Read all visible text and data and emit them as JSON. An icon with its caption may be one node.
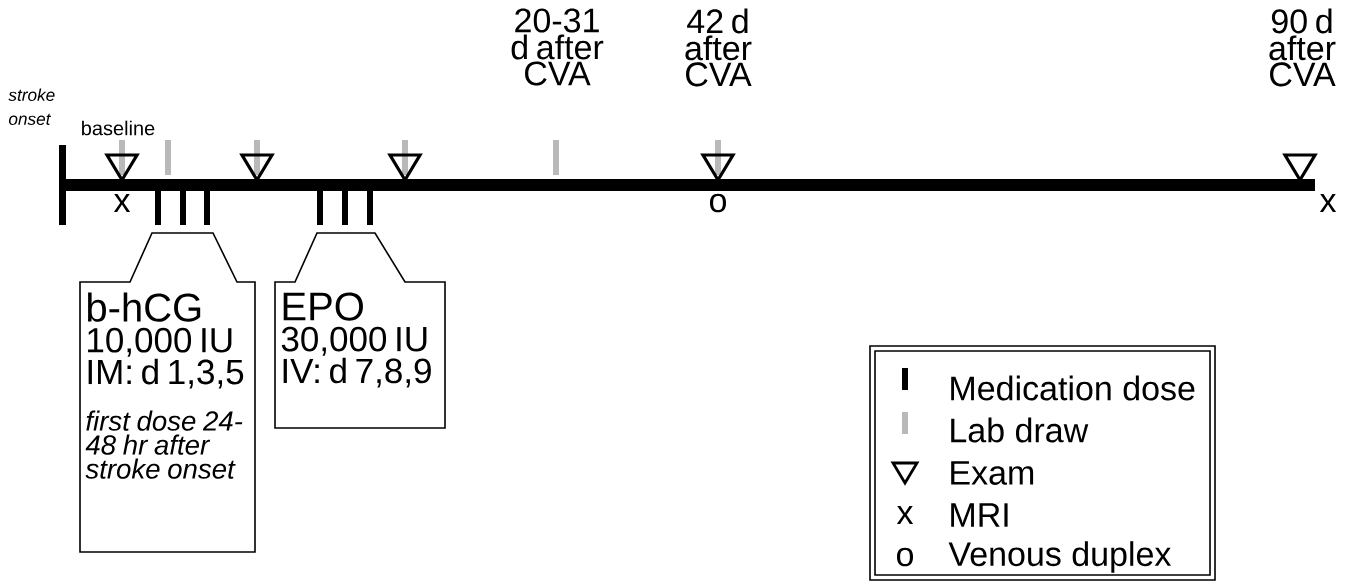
{
  "diagram": {
    "nodes": [
      {
        "text": [
          "b-hCG",
          "10,000 IU IM: d 1,3,5",
          "*first dose 24-48 hr after stroke onset*"
        ]
      },
      {
        "text": [
          "EPO",
          "30,000 IU IV: d 7,8,9"
        ]
      }
    ],
    "labels": [
      "20-31 d after CVA",
      "42 d after CVA",
      "90 d after CVA",
      "stroke onset",
      "baseline",
      "x",
      "o",
      "x",
      "x",
      "o"
    ],
    "legend": [
      {
        "text": "Medication dose"
      },
      {
        "text": "Lab draw"
      },
      {
        "text": "Exam"
      },
      {
        "text": "MRI"
      },
      {
        "text": "Venous duplex"
      }
    ]
  }
}
